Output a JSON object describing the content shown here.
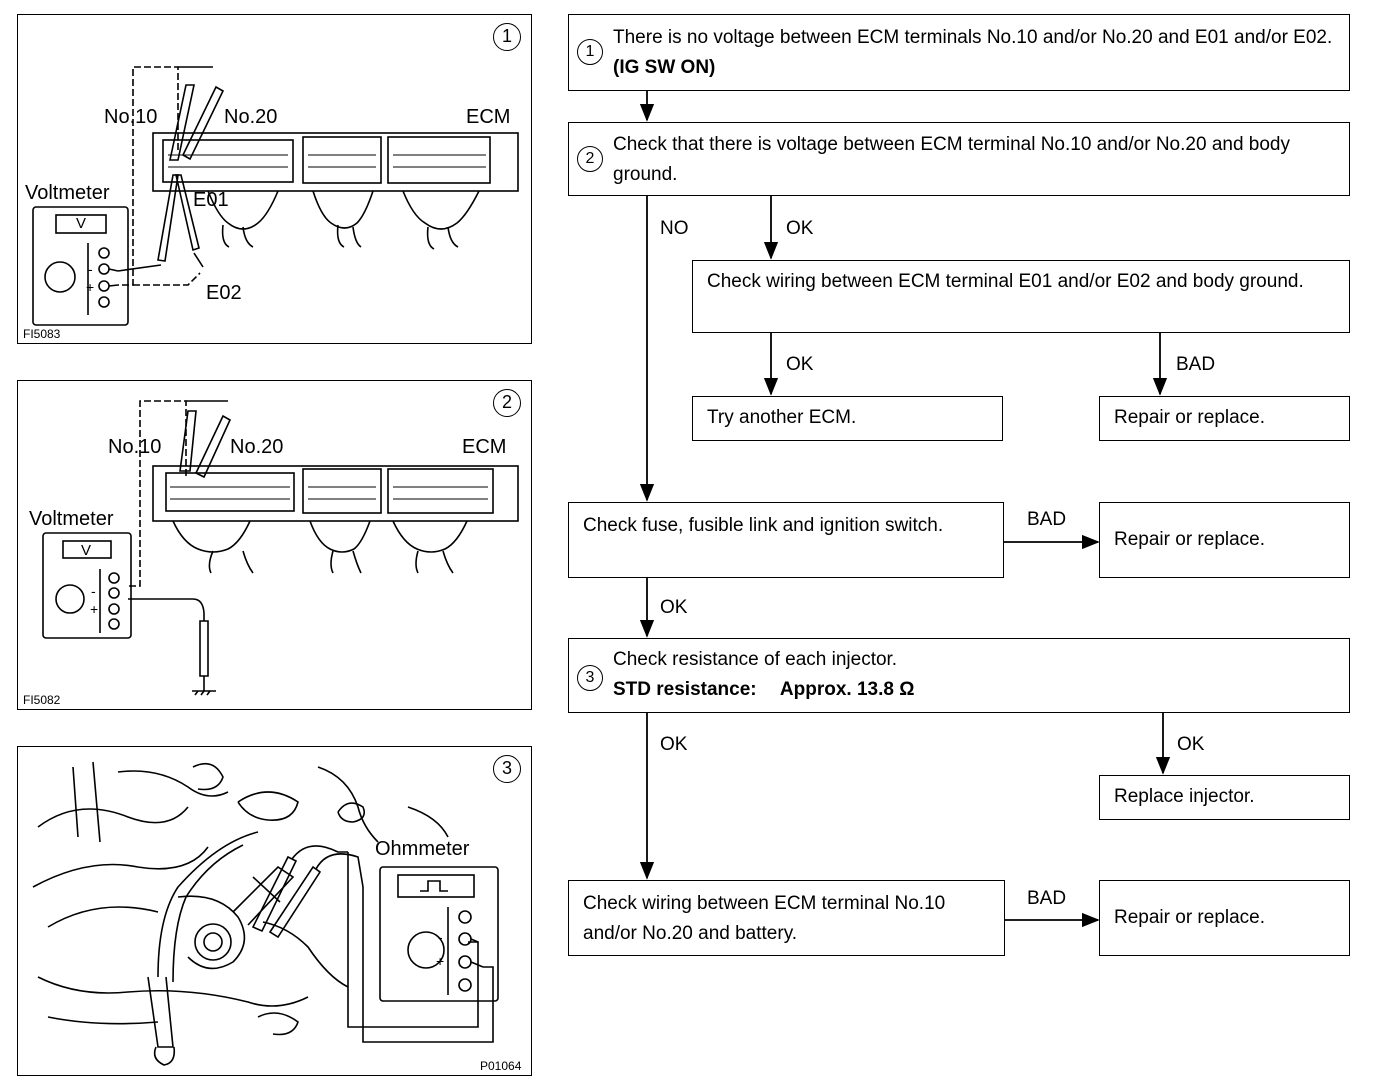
{
  "figures": [
    {
      "number": "1",
      "labels": {
        "no10": "No.10",
        "no20": "No.20",
        "ecm": "ECM",
        "voltmeter": "Voltmeter",
        "e01": "E01",
        "e02": "E02",
        "meter": "V",
        "minus": "-",
        "plus": "+"
      },
      "code": "FI5083"
    },
    {
      "number": "2",
      "labels": {
        "no10": "No.10",
        "no20": "No.20",
        "ecm": "ECM",
        "voltmeter": "Voltmeter",
        "meter": "V",
        "minus": "-",
        "plus": "+"
      },
      "code": "FI5082"
    },
    {
      "number": "3",
      "labels": {
        "ohmmeter": "Ohmmeter",
        "minus": "-",
        "plus": "+"
      },
      "code": "P01064"
    }
  ],
  "flowchart": {
    "step1": {
      "num": "1",
      "text": "There is no voltage between ECM terminals No.10 and/or No.20 and E01 and/or E02.",
      "bold": "(IG SW ON)"
    },
    "step2": {
      "num": "2",
      "text": "Check that there is voltage between ECM terminal No.10 and/or No.20 and body ground."
    },
    "wiring_ground": {
      "text": "Check wiring between ECM terminal E01 and/or E02 and body ground."
    },
    "try_ecm": {
      "text": "Try another ECM."
    },
    "repair1": {
      "text": "Repair or replace."
    },
    "fuse": {
      "text": "Check fuse, fusible link and ignition switch."
    },
    "repair2": {
      "text": "Repair or replace."
    },
    "step3": {
      "num": "3",
      "text": "Check resistance of each injector.",
      "bold_label": "STD resistance:",
      "bold_value": "Approx. 13.8 Ω"
    },
    "replace_injector": {
      "text": "Replace injector."
    },
    "wiring_battery": {
      "text": "Check wiring between ECM terminal No.10 and/or No.20 and battery."
    },
    "repair3": {
      "text": "Repair or replace."
    },
    "labels": {
      "no": "NO",
      "ok_a": "OK",
      "ok_b": "OK",
      "bad_a": "BAD",
      "bad_b": "BAD",
      "ok_c": "OK",
      "ok_d": "OK",
      "ok_e": "OK",
      "bad_c": "BAD"
    }
  }
}
